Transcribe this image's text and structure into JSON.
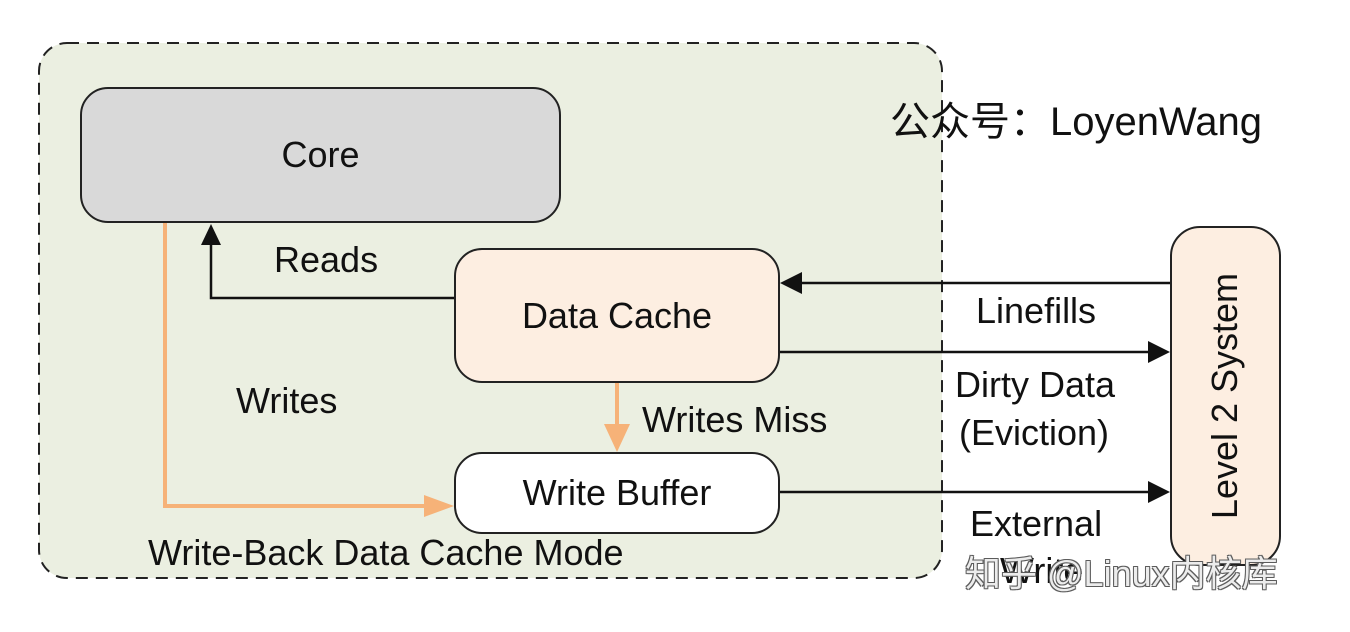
{
  "colors": {
    "outer_background": "#ebefe1",
    "core_fill": "#d9d9d9",
    "cache_fill": "#fdeee1",
    "orange_arrow": "#f6b278",
    "black_arrow": "#111111"
  },
  "nodes": {
    "core": "Core",
    "data_cache": "Data Cache",
    "write_buffer": "Write Buffer",
    "level2": "Level 2 System"
  },
  "edge_labels": {
    "reads": "Reads",
    "writes": "Writes",
    "writes_miss": "Writes Miss",
    "linefills": "Linefills",
    "dirty_data_line1": "Dirty Data",
    "dirty_data_line2": "(Eviction)",
    "external_write_line1": "External",
    "external_write_line2": "Write"
  },
  "region_label": "Write-Back Data Cache Mode",
  "watermarks": {
    "wechat": "公众号：LoyenWang",
    "zhihu": "知乎 @Linux内核库"
  }
}
